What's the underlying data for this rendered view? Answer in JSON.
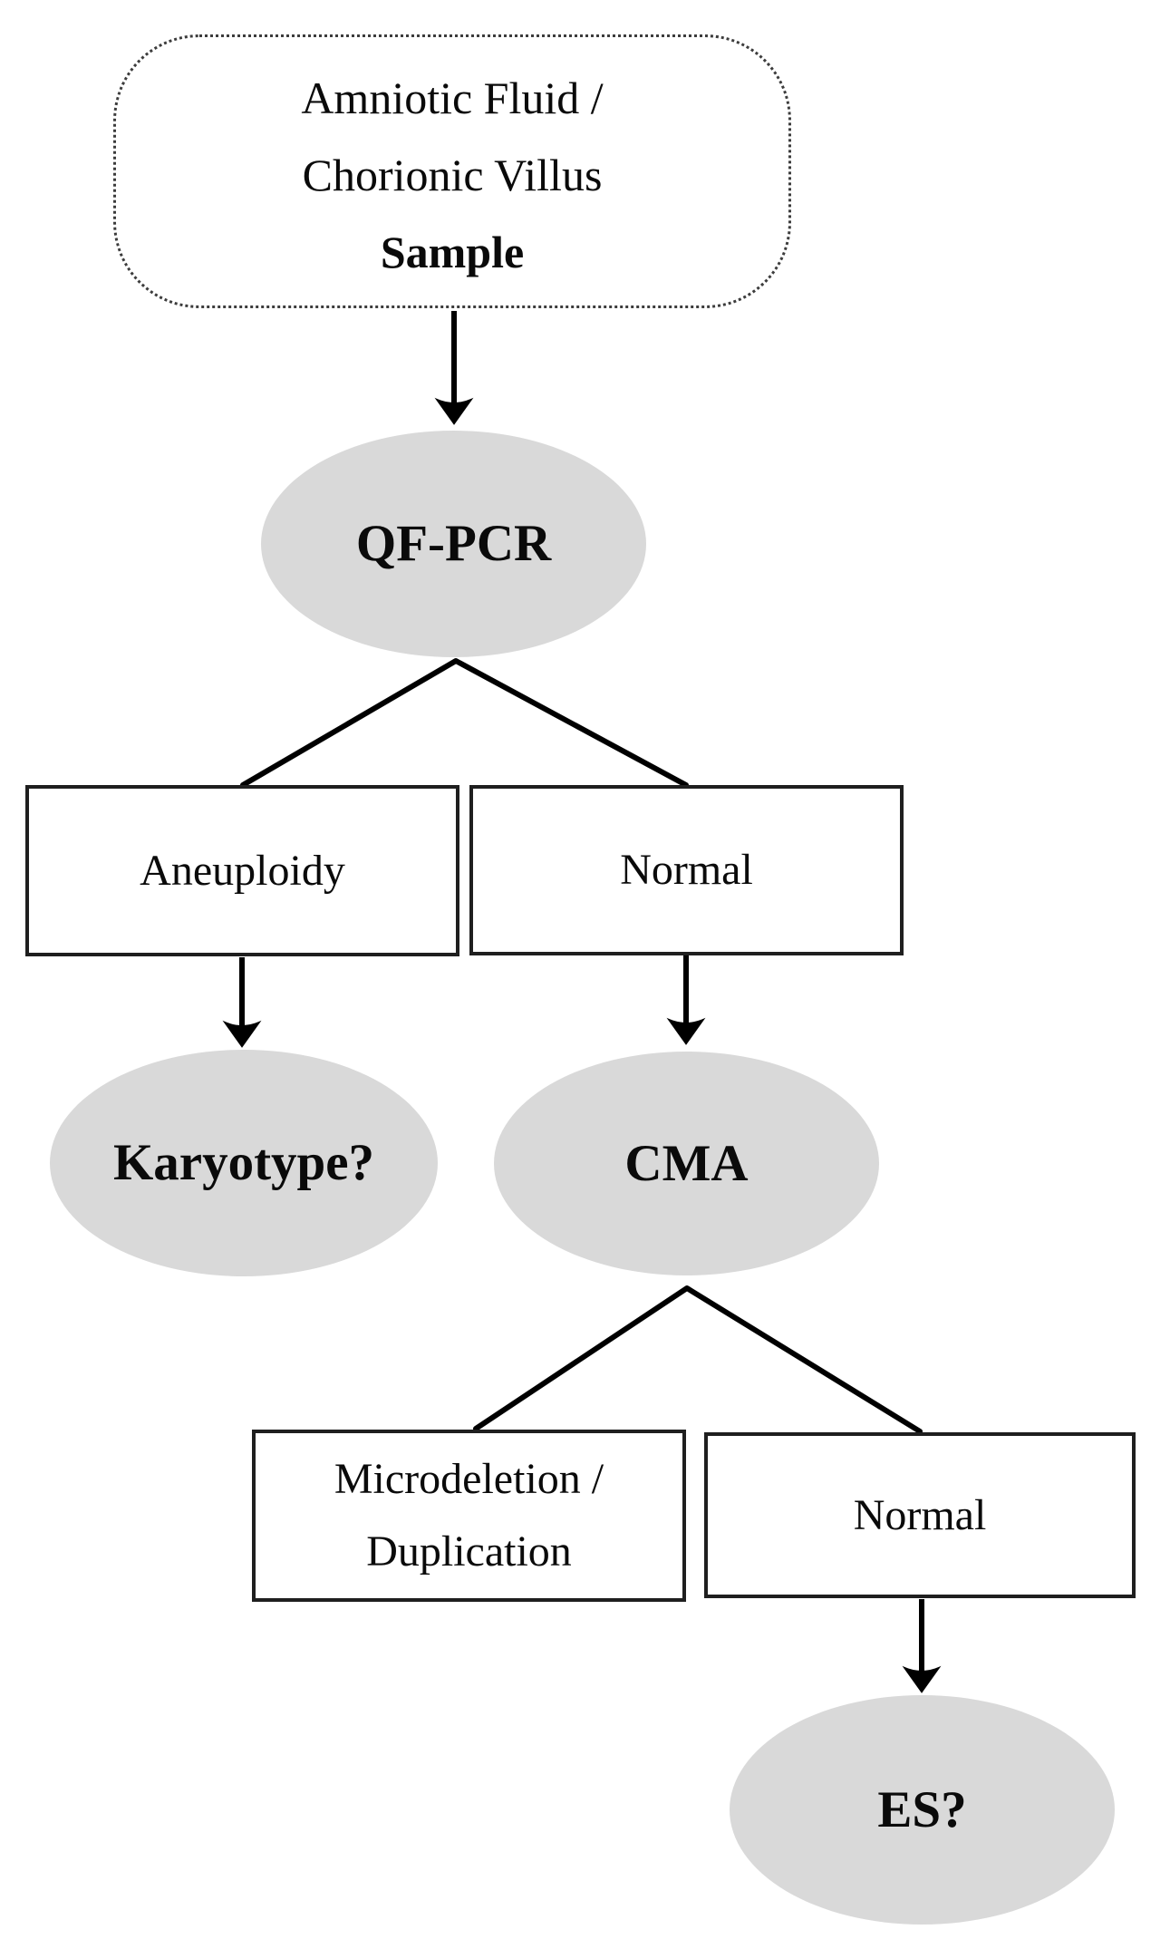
{
  "diagram": {
    "kind": "prenatal-genetic-testing-flowchart",
    "nodes": {
      "sample": {
        "lines": [
          "Amniotic Fluid /",
          "Chorionic Villus",
          "Sample"
        ]
      },
      "qfpcr": {
        "label": "QF-PCR"
      },
      "aneuploidy": {
        "label": "Aneuploidy"
      },
      "normal_qfpcr": {
        "label": "Normal"
      },
      "karyotype": {
        "label": "Karyotype?"
      },
      "cma": {
        "label": "CMA"
      },
      "microdeletion": {
        "lines": [
          "Microdeletion /",
          "Duplication"
        ]
      },
      "normal_cma": {
        "label": "Normal"
      },
      "es": {
        "label": "ES?"
      }
    },
    "edges": [
      {
        "from": "sample",
        "to": "qfpcr",
        "type": "arrow"
      },
      {
        "from": "qfpcr",
        "to": "aneuploidy",
        "type": "line"
      },
      {
        "from": "qfpcr",
        "to": "normal_qfpcr",
        "type": "line"
      },
      {
        "from": "aneuploidy",
        "to": "karyotype",
        "type": "arrow"
      },
      {
        "from": "normal_qfpcr",
        "to": "cma",
        "type": "arrow"
      },
      {
        "from": "cma",
        "to": "microdeletion",
        "type": "line"
      },
      {
        "from": "cma",
        "to": "normal_cma",
        "type": "line"
      },
      {
        "from": "normal_cma",
        "to": "es",
        "type": "arrow"
      }
    ],
    "colors": {
      "ellipse_fill": "#d9d9d9",
      "connector": "#000000",
      "box_border": "#1f1f1f",
      "dotted_border": "#3c3c3c",
      "text": "#0a0a0a",
      "background": "#ffffff"
    }
  }
}
